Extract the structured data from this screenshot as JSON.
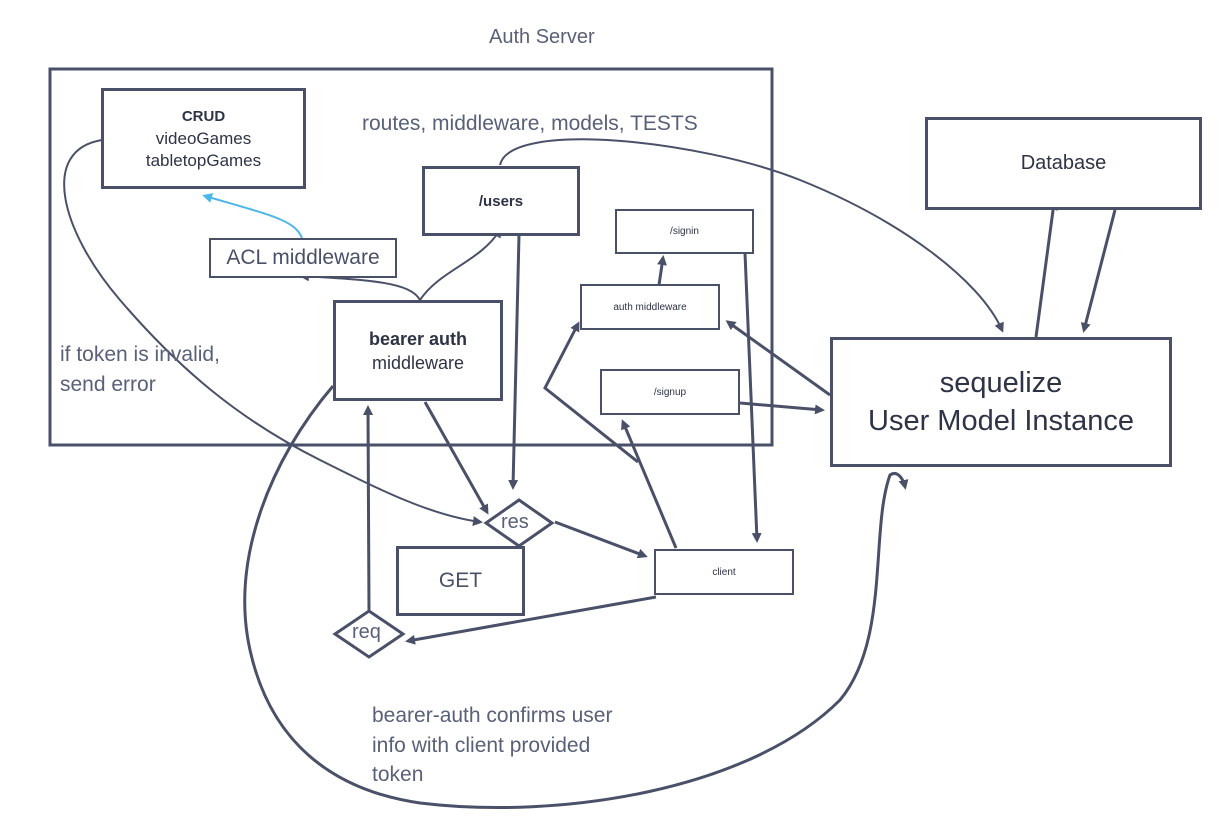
{
  "title": "Auth Server",
  "server_subtitle": "routes, middleware, models, TESTS",
  "crud": {
    "heading": "CRUD",
    "line1": "videoGames",
    "line2": "tabletopGames"
  },
  "users_route": "/users",
  "signin_route": "/signin",
  "auth_middleware": "auth middleware",
  "signup_route": "/signup",
  "acl_middleware": "ACL middleware",
  "bearer": {
    "heading": "bearer auth",
    "line2": "middleware"
  },
  "database": "Database",
  "sequelize": {
    "line1": "sequelize",
    "line2": "User Model Instance"
  },
  "token_note": {
    "line1": "if token is invalid,",
    "line2": "send error"
  },
  "res_label": "res",
  "req_label": "req",
  "get_label": "GET",
  "client_label": "client",
  "bearer_note": {
    "line1": "bearer-auth confirms user",
    "line2": "info with client provided",
    "line3": "token"
  },
  "colors": {
    "stroke": "#4a5068",
    "accent": "#4db8e8"
  }
}
